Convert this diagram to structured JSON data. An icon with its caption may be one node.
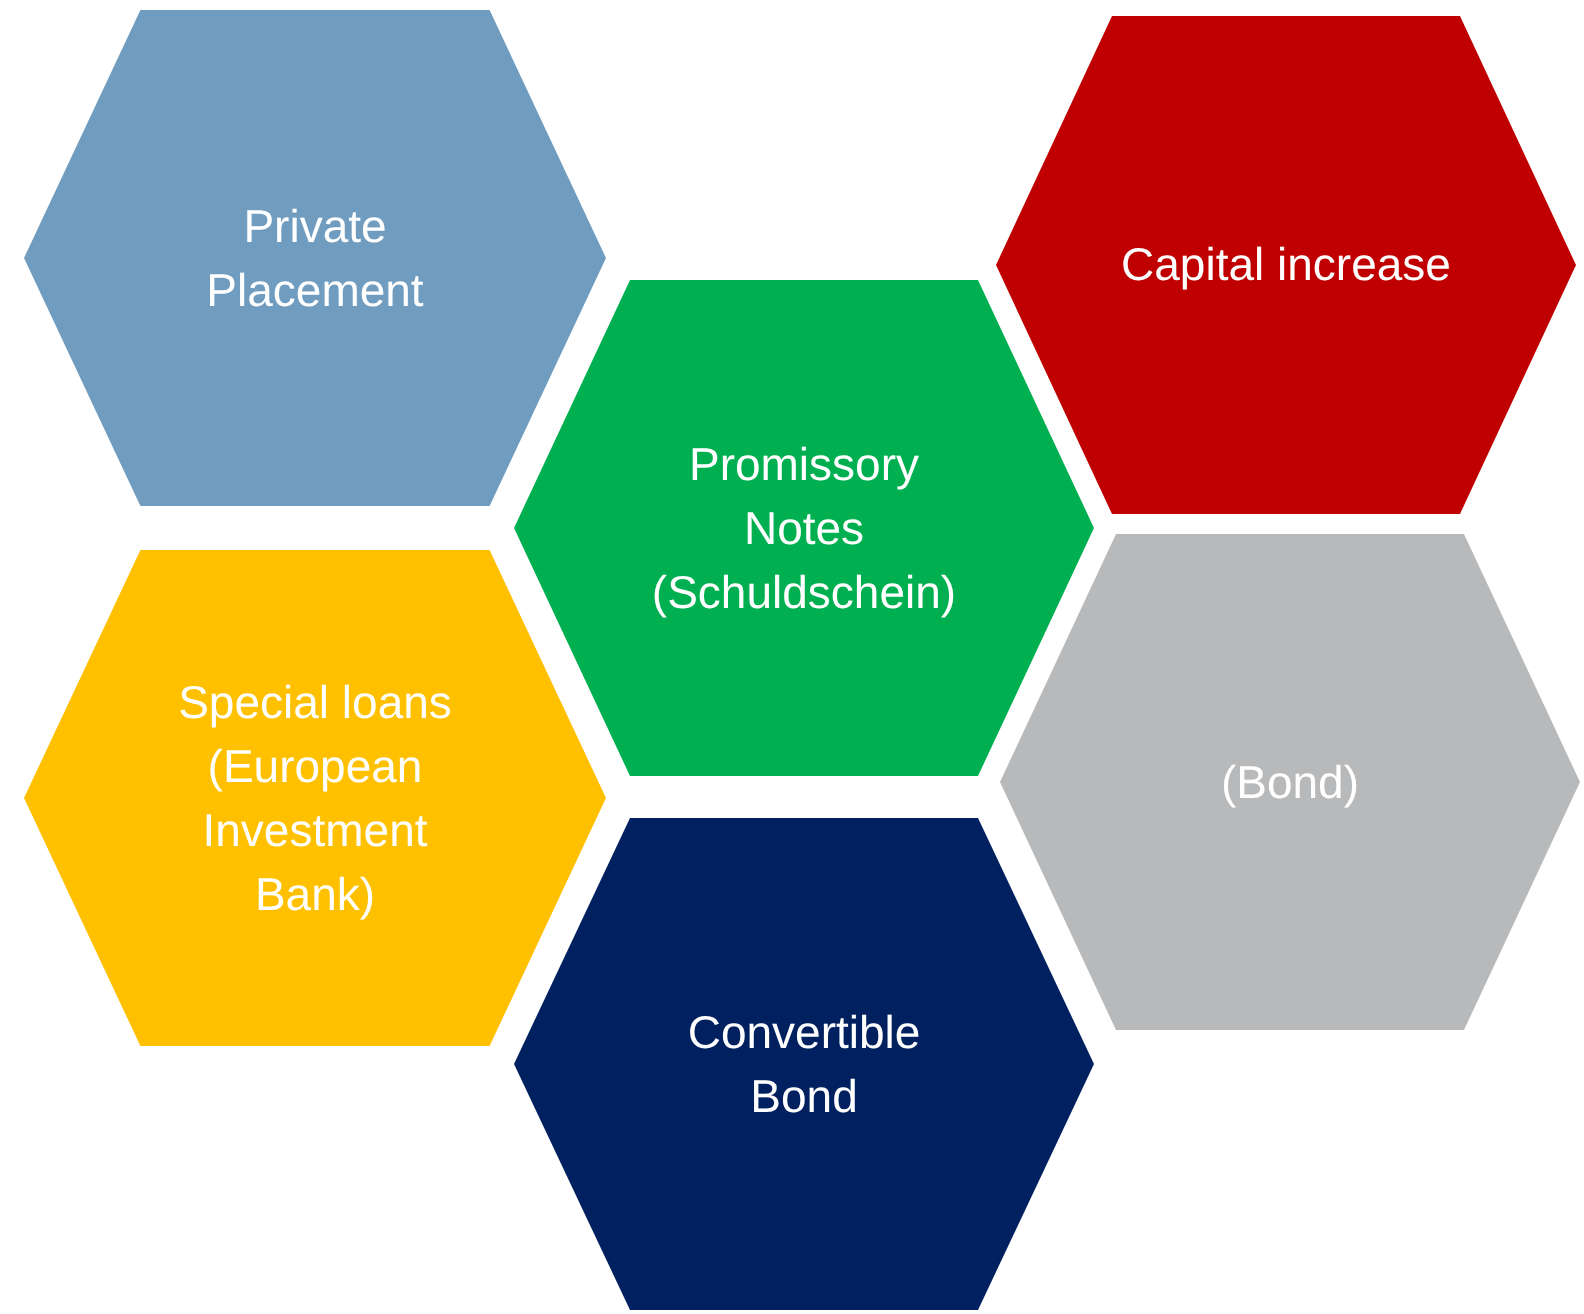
{
  "diagram": {
    "nodes": [
      {
        "text": [
          "Private Placement"
        ]
      },
      {
        "text": [
          "Capital increase"
        ]
      },
      {
        "text": [
          "Promissory Notes (Schuldschein)"
        ]
      },
      {
        "text": [
          "Special loans (European Investment Bank)"
        ]
      },
      {
        "text": [
          "(Bond)"
        ]
      },
      {
        "text": [
          "Convertible Bond"
        ]
      }
    ]
  }
}
